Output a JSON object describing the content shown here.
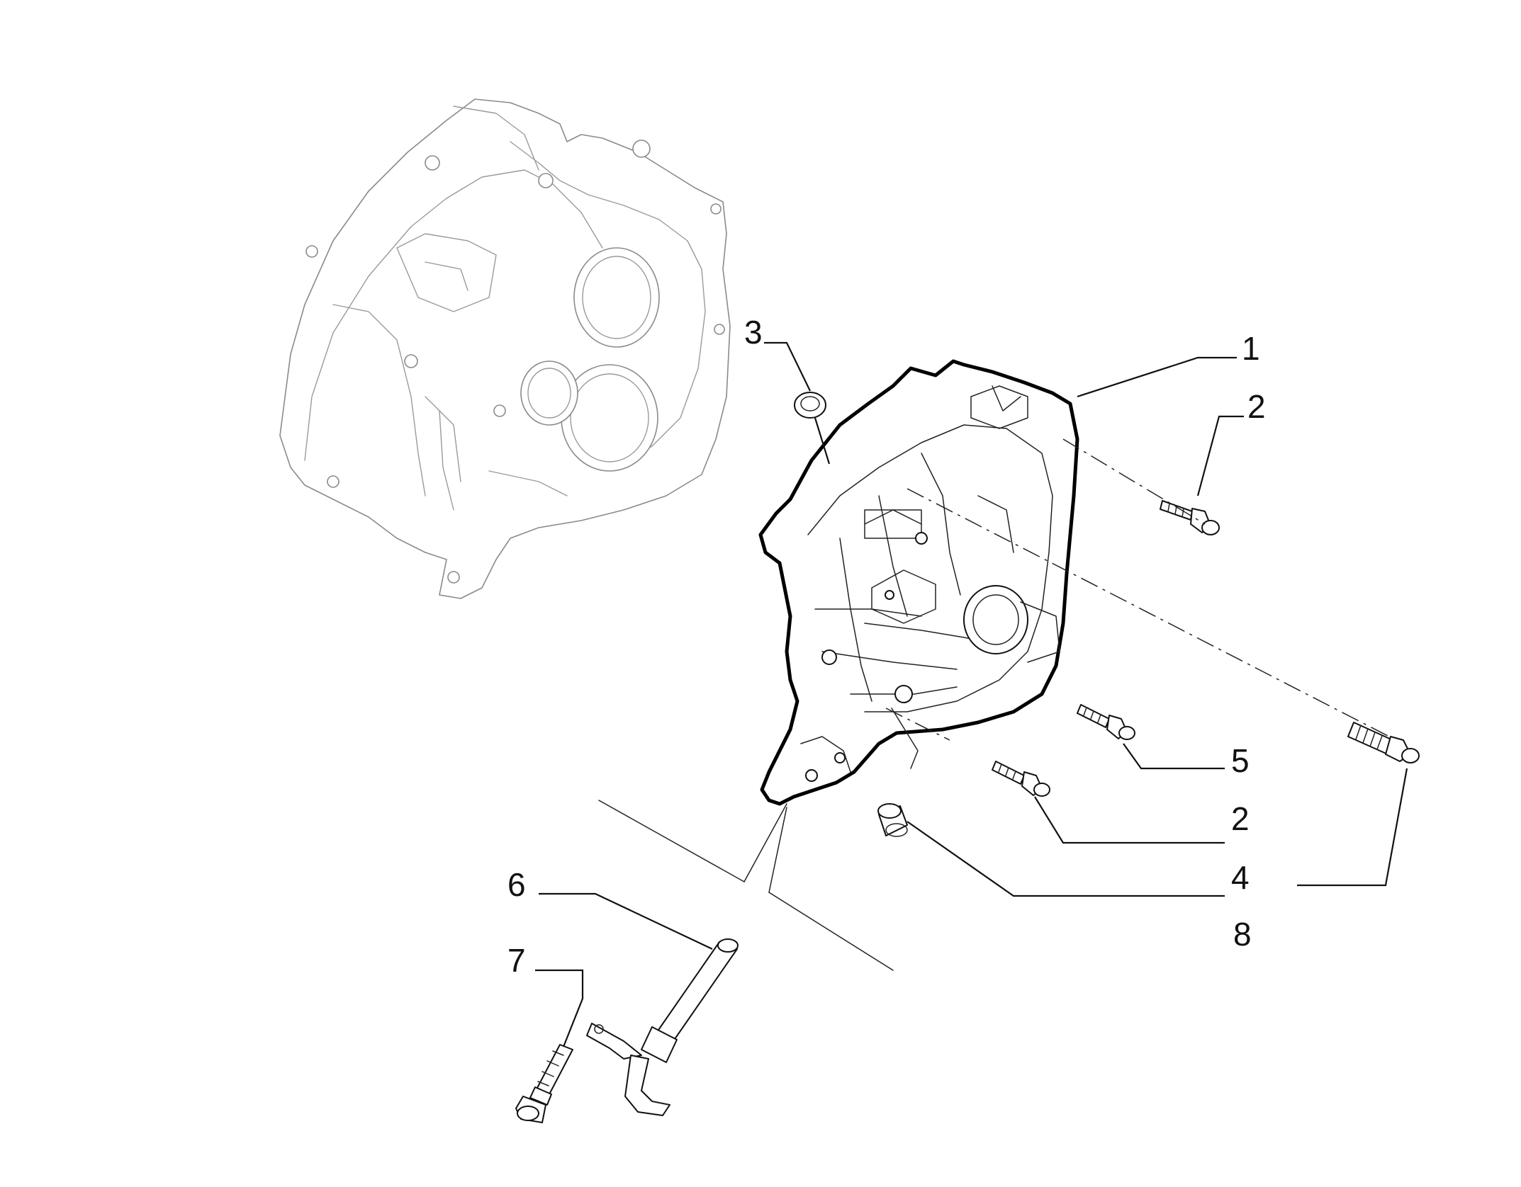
{
  "diagram": {
    "callouts": [
      {
        "id": "c1",
        "label": "1"
      },
      {
        "id": "c2a",
        "label": "2"
      },
      {
        "id": "c3",
        "label": "3"
      },
      {
        "id": "c5",
        "label": "5"
      },
      {
        "id": "c2b",
        "label": "2"
      },
      {
        "id": "c4",
        "label": "4"
      },
      {
        "id": "c8",
        "label": "8"
      },
      {
        "id": "c6",
        "label": "6"
      },
      {
        "id": "c7",
        "label": "7"
      }
    ]
  }
}
